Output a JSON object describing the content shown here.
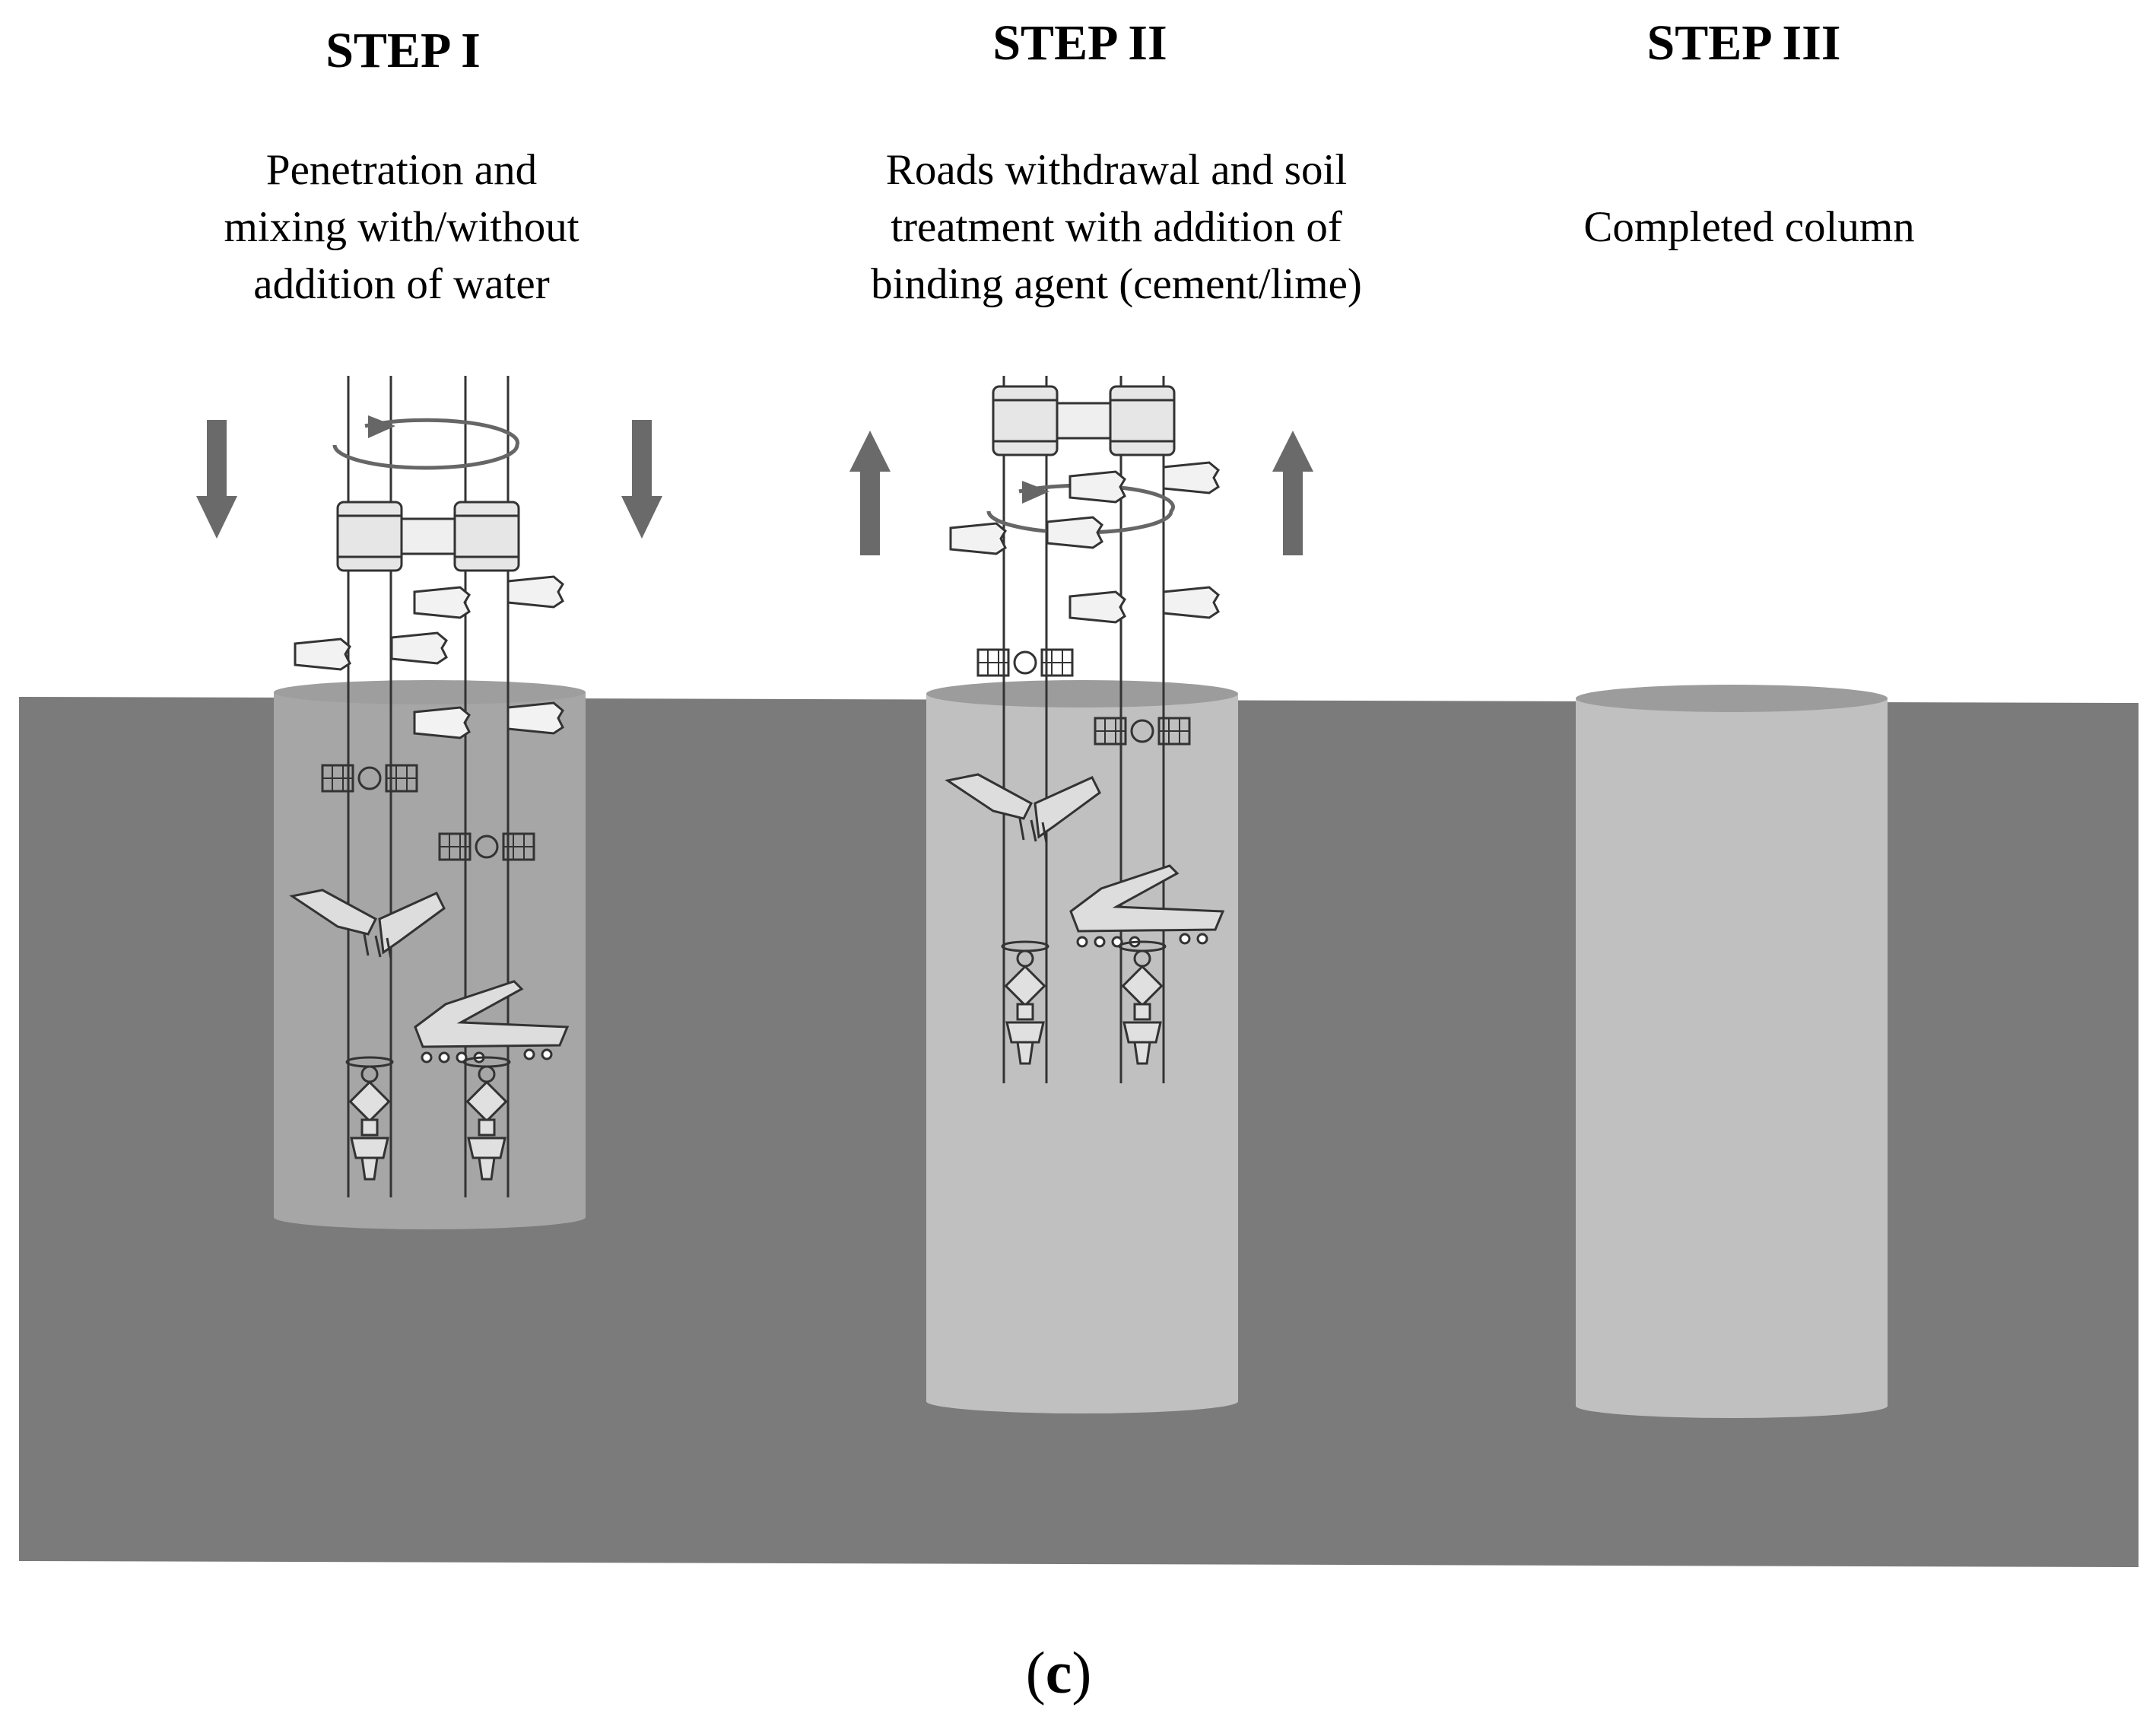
{
  "steps": [
    {
      "heading": "STEP I",
      "description": "Penetration and\nmixing with/without\naddition of water"
    },
    {
      "heading": "STEP II",
      "description": "Roads withdrawal and soil\ntreatment with addition of\nbinding agent (cement/lime)"
    },
    {
      "heading": "STEP III",
      "description": "Completed column"
    }
  ],
  "panel_label": {
    "open": "(",
    "letter": "c",
    "close": ")"
  },
  "colors": {
    "soil": "#7b7b7b",
    "column": "#c0c0c0",
    "column_top": "#9c9c9c",
    "arrow": "#6a6a6a",
    "tool_line": "#333333"
  },
  "icons": {
    "down_arrow": "downward-movement-arrow",
    "up_arrow": "upward-movement-arrow",
    "rotation": "rotation-arrow"
  }
}
